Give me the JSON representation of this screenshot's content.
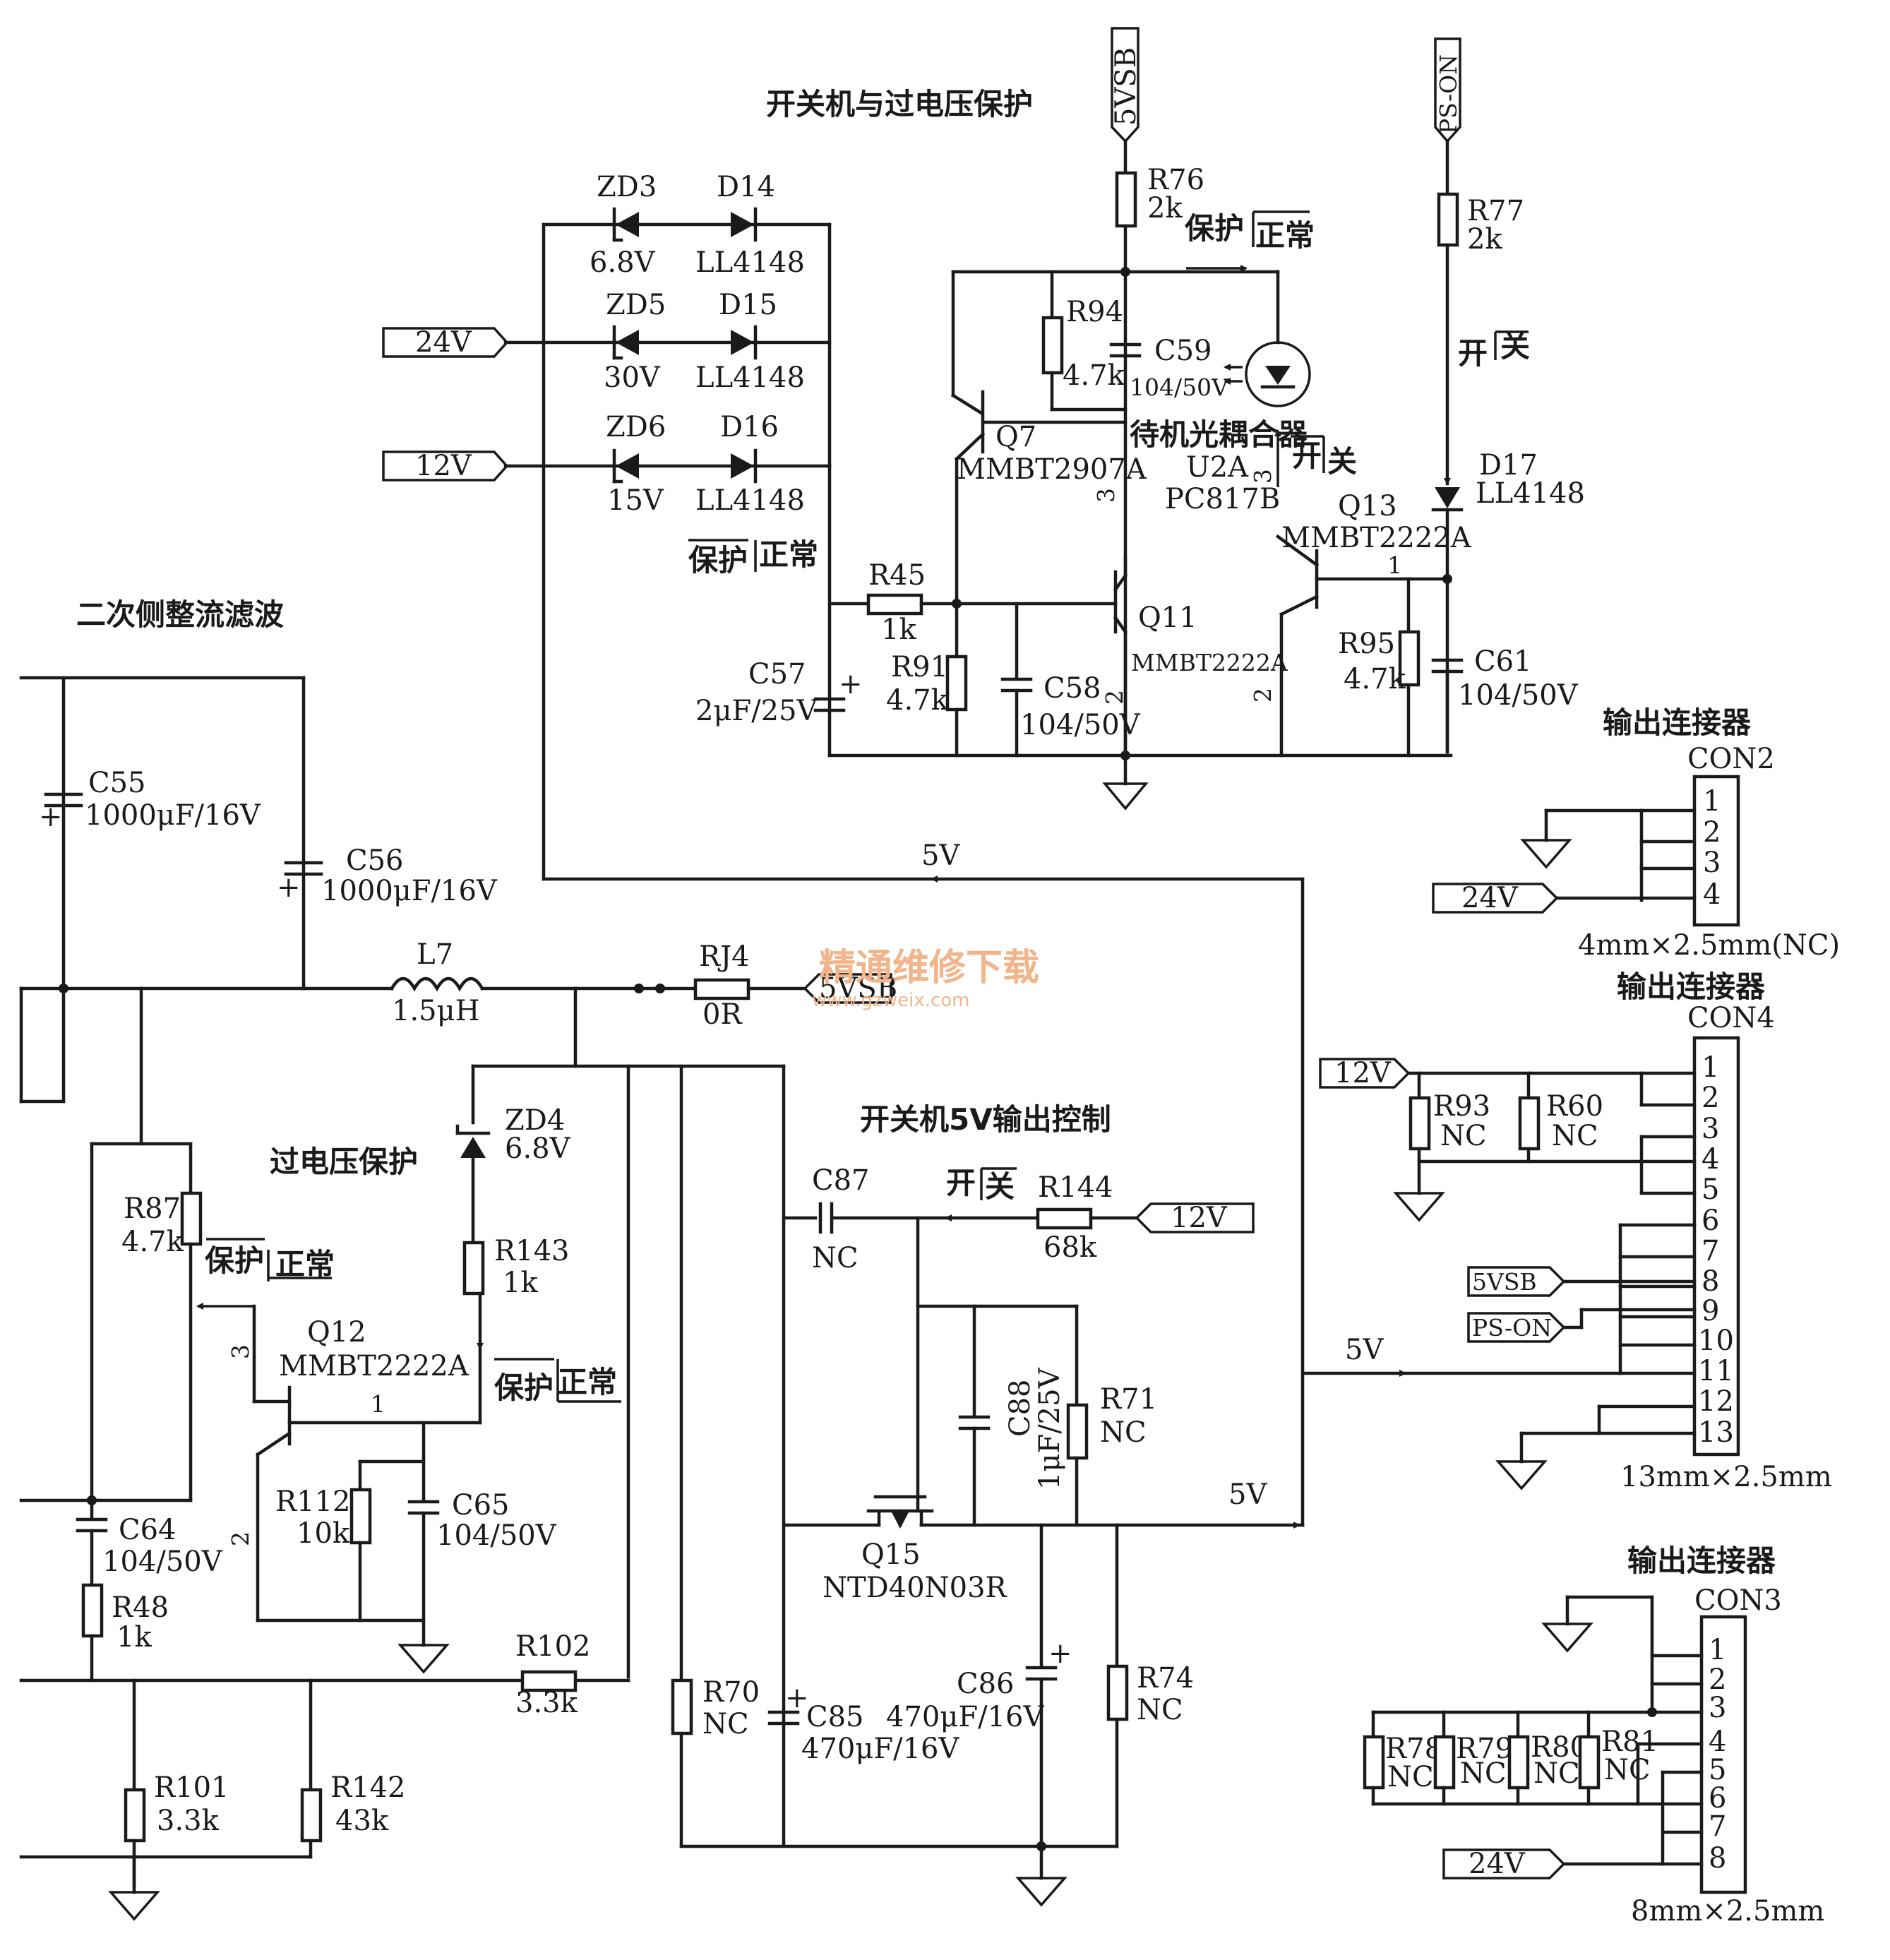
{
  "sections": {
    "standby_protection": "开关机与过电压保护",
    "secondary_rectifier": "二次侧整流滤波",
    "overvoltage_protection": "过电压保护",
    "power_5v_control": "开关机5V输出控制",
    "output_connector": "输出连接器"
  },
  "state_labels": {
    "protect_normal": [
      "保护",
      "正常"
    ],
    "on_off": [
      "开",
      "关"
    ]
  },
  "nets": {
    "v5sb": "5VSB",
    "ps_on": "PS-ON",
    "v24": "24V",
    "v12": "12V",
    "v5": "5V"
  },
  "components": {
    "ZD3": {
      "ref": "ZD3",
      "value": "6.8V"
    },
    "D14": {
      "ref": "D14",
      "value": "LL4148"
    },
    "ZD5": {
      "ref": "ZD5",
      "value": "30V"
    },
    "D15": {
      "ref": "D15",
      "value": "LL4148"
    },
    "ZD6": {
      "ref": "ZD6",
      "value": "15V"
    },
    "D16": {
      "ref": "D16",
      "value": "LL4148"
    },
    "R76": {
      "ref": "R76",
      "value": "2k"
    },
    "R77": {
      "ref": "R77",
      "value": "2k"
    },
    "R94": {
      "ref": "R94",
      "value": "4.7k"
    },
    "C59": {
      "ref": "C59",
      "value": "104/50V"
    },
    "Q7": {
      "ref": "Q7",
      "value": "MMBT2907A"
    },
    "U2A": {
      "ref": "U2A",
      "value": "PC817B",
      "desc": "待机光耦合器"
    },
    "Q13": {
      "ref": "Q13",
      "value": "MMBT2222A"
    },
    "D17": {
      "ref": "D17",
      "value": "LL4148"
    },
    "R45": {
      "ref": "R45",
      "value": "1k"
    },
    "R91": {
      "ref": "R91",
      "value": "4.7k"
    },
    "C57": {
      "ref": "C57",
      "value": "2μF/25V"
    },
    "C58": {
      "ref": "C58",
      "value": "104/50V"
    },
    "Q11": {
      "ref": "Q11",
      "value": "MMBT2222A"
    },
    "R95": {
      "ref": "R95",
      "value": "4.7k"
    },
    "C61": {
      "ref": "C61",
      "value": "104/50V"
    },
    "C55": {
      "ref": "C55",
      "value": "1000μF/16V"
    },
    "C56": {
      "ref": "C56",
      "value": "1000μF/16V"
    },
    "L7": {
      "ref": "L7",
      "value": "1.5μH"
    },
    "RJ4": {
      "ref": "RJ4",
      "value": "0R"
    },
    "ZD4": {
      "ref": "ZD4",
      "value": "6.8V"
    },
    "R87": {
      "ref": "R87",
      "value": "4.7k"
    },
    "R143": {
      "ref": "R143",
      "value": "1k"
    },
    "Q12": {
      "ref": "Q12",
      "value": "MMBT2222A"
    },
    "R112": {
      "ref": "R112",
      "value": "10k"
    },
    "C65": {
      "ref": "C65",
      "value": "104/50V"
    },
    "C64": {
      "ref": "C64",
      "value": "104/50V"
    },
    "R48": {
      "ref": "R48",
      "value": "1k"
    },
    "R102": {
      "ref": "R102",
      "value": "3.3k"
    },
    "R101": {
      "ref": "R101",
      "value": "3.3k"
    },
    "R142": {
      "ref": "R142",
      "value": "43k"
    },
    "C87": {
      "ref": "C87",
      "value": "NC"
    },
    "R144": {
      "ref": "R144",
      "value": "68k"
    },
    "C88": {
      "ref": "C88",
      "value": "1μF/25V"
    },
    "R71": {
      "ref": "R71",
      "value": "NC"
    },
    "Q15": {
      "ref": "Q15",
      "value": "NTD40N03R"
    },
    "R70": {
      "ref": "R70",
      "value": "NC"
    },
    "C85": {
      "ref": "C85",
      "value": "470μF/16V"
    },
    "C86": {
      "ref": "C86",
      "value": "470μF/16V"
    },
    "R74": {
      "ref": "R74",
      "value": "NC"
    },
    "R93": {
      "ref": "R93",
      "value": "NC"
    },
    "R60": {
      "ref": "R60",
      "value": "NC"
    },
    "R78": {
      "ref": "R78",
      "value": "NC"
    },
    "R79": {
      "ref": "R79",
      "value": "NC"
    },
    "R80": {
      "ref": "R80",
      "value": "NC"
    },
    "R81": {
      "ref": "R81",
      "value": "NC"
    }
  },
  "connectors": {
    "CON2": {
      "ref": "CON2",
      "size": "4mm×2.5mm(NC)",
      "pins": [
        "1",
        "2",
        "3",
        "4"
      ]
    },
    "CON4": {
      "ref": "CON4",
      "size": "13mm×2.5mm",
      "pins": [
        "1",
        "2",
        "3",
        "4",
        "5",
        "6",
        "7",
        "8",
        "9",
        "10",
        "11",
        "12",
        "13"
      ]
    },
    "CON3": {
      "ref": "CON3",
      "size": "8mm×2.5mm",
      "pins": [
        "1",
        "2",
        "3",
        "4",
        "5",
        "6",
        "7",
        "8"
      ]
    }
  },
  "pin_numbers": {
    "one": "1",
    "two": "2",
    "three": "3"
  },
  "watermark": {
    "text": "精通维修下载",
    "url": "www.gzweix.com"
  },
  "colors": {
    "ink": "#1a1a1a",
    "watermark": "#f2b48a",
    "paper": "#ffffff"
  }
}
